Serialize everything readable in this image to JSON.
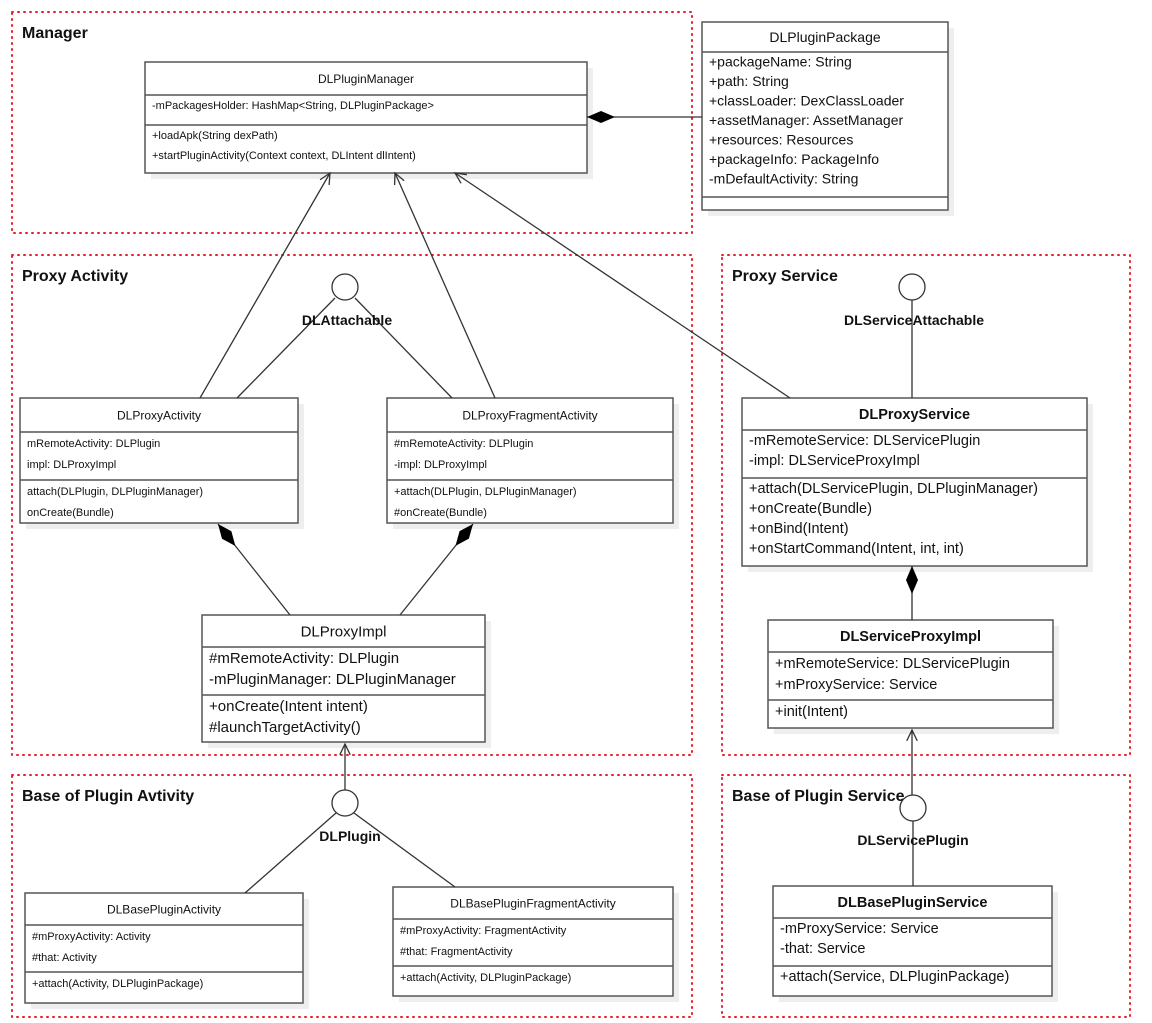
{
  "colors": {
    "region_border": "#e8202a",
    "line": "#333333",
    "box_border": "#555555",
    "shadow": "#eeeeee"
  },
  "regions": [
    {
      "id": "manager",
      "title": "Manager"
    },
    {
      "id": "proxy-activity",
      "title": "Proxy  Activity"
    },
    {
      "id": "proxy-service",
      "title": "Proxy Service"
    },
    {
      "id": "base-activity",
      "title": "Base of Plugin Avtivity"
    },
    {
      "id": "base-service",
      "title": "Base of Plugin Service"
    }
  ],
  "interfaces": [
    {
      "id": "dlattachable",
      "name": "DLAttachable"
    },
    {
      "id": "dlserviceattachable",
      "name": "DLServiceAttachable"
    },
    {
      "id": "dlplugin",
      "name": "DLPlugin"
    },
    {
      "id": "dlserviceplugin",
      "name": "DLServicePlugin"
    }
  ],
  "classes": [
    {
      "id": "dlpluginmanager",
      "name": "DLPluginManager",
      "bold": false,
      "attributes": [
        "-mPackagesHolder: HashMap<String, DLPluginPackage>"
      ],
      "methods": [
        "+loadApk(String dexPath)",
        "+startPluginActivity(Context context, DLIntent dlIntent)"
      ]
    },
    {
      "id": "dlpluginpackage",
      "name": "DLPluginPackage",
      "bold": false,
      "attributes": [
        "+packageName: String",
        "+path: String",
        "+classLoader: DexClassLoader",
        "+assetManager: AssetManager",
        "+resources: Resources",
        "+packageInfo: PackageInfo",
        "-mDefaultActivity: String"
      ],
      "methods": []
    },
    {
      "id": "dlproxyactivity",
      "name": "DLProxyActivity",
      "bold": false,
      "attributes": [
        "mRemoteActivity: DLPlugin",
        "impl: DLProxyImpl"
      ],
      "methods": [
        "attach(DLPlugin, DLPluginManager)",
        "onCreate(Bundle)"
      ]
    },
    {
      "id": "dlproxyfragmentactivity",
      "name": "DLProxyFragmentActivity",
      "bold": false,
      "attributes": [
        "#mRemoteActivity: DLPlugin",
        "-impl: DLProxyImpl"
      ],
      "methods": [
        "+attach(DLPlugin, DLPluginManager)",
        "#onCreate(Bundle)"
      ]
    },
    {
      "id": "dlproxyimpl",
      "name": "DLProxyImpl",
      "bold": false,
      "attributes": [
        "#mRemoteActivity: DLPlugin",
        "-mPluginManager: DLPluginManager"
      ],
      "methods": [
        "+onCreate(Intent intent)",
        "#launchTargetActivity()"
      ]
    },
    {
      "id": "dlproxyservice",
      "name": "DLProxyService",
      "bold": true,
      "attributes": [
        "-mRemoteService: DLServicePlugin",
        "-impl: DLServiceProxyImpl"
      ],
      "methods": [
        "+attach(DLServicePlugin, DLPluginManager)",
        "+onCreate(Bundle)",
        "+onBind(Intent)",
        "+onStartCommand(Intent, int, int)"
      ]
    },
    {
      "id": "dlserviceproxyimpl",
      "name": "DLServiceProxyImpl",
      "bold": true,
      "attributes": [
        "+mRemoteService: DLServicePlugin",
        "+mProxyService: Service"
      ],
      "methods": [
        "+init(Intent)"
      ]
    },
    {
      "id": "dlbasepluginactivity",
      "name": "DLBasePluginActivity",
      "bold": false,
      "attributes": [
        "#mProxyActivity: Activity",
        "#that: Activity"
      ],
      "methods": [
        "+attach(Activity, DLPluginPackage)"
      ]
    },
    {
      "id": "dlbasepluginfragmentactivity",
      "name": "DLBasePluginFragmentActivity",
      "bold": false,
      "attributes": [
        "#mProxyActivity: FragmentActivity",
        "#that: FragmentActivity"
      ],
      "methods": [
        "+attach(Activity, DLPluginPackage)"
      ]
    },
    {
      "id": "dlbasepluginservice",
      "name": "DLBasePluginService",
      "bold": true,
      "attributes": [
        "-mProxyService: Service",
        "-that: Service"
      ],
      "methods": [
        "+attach(Service, DLPluginPackage)"
      ]
    }
  ]
}
